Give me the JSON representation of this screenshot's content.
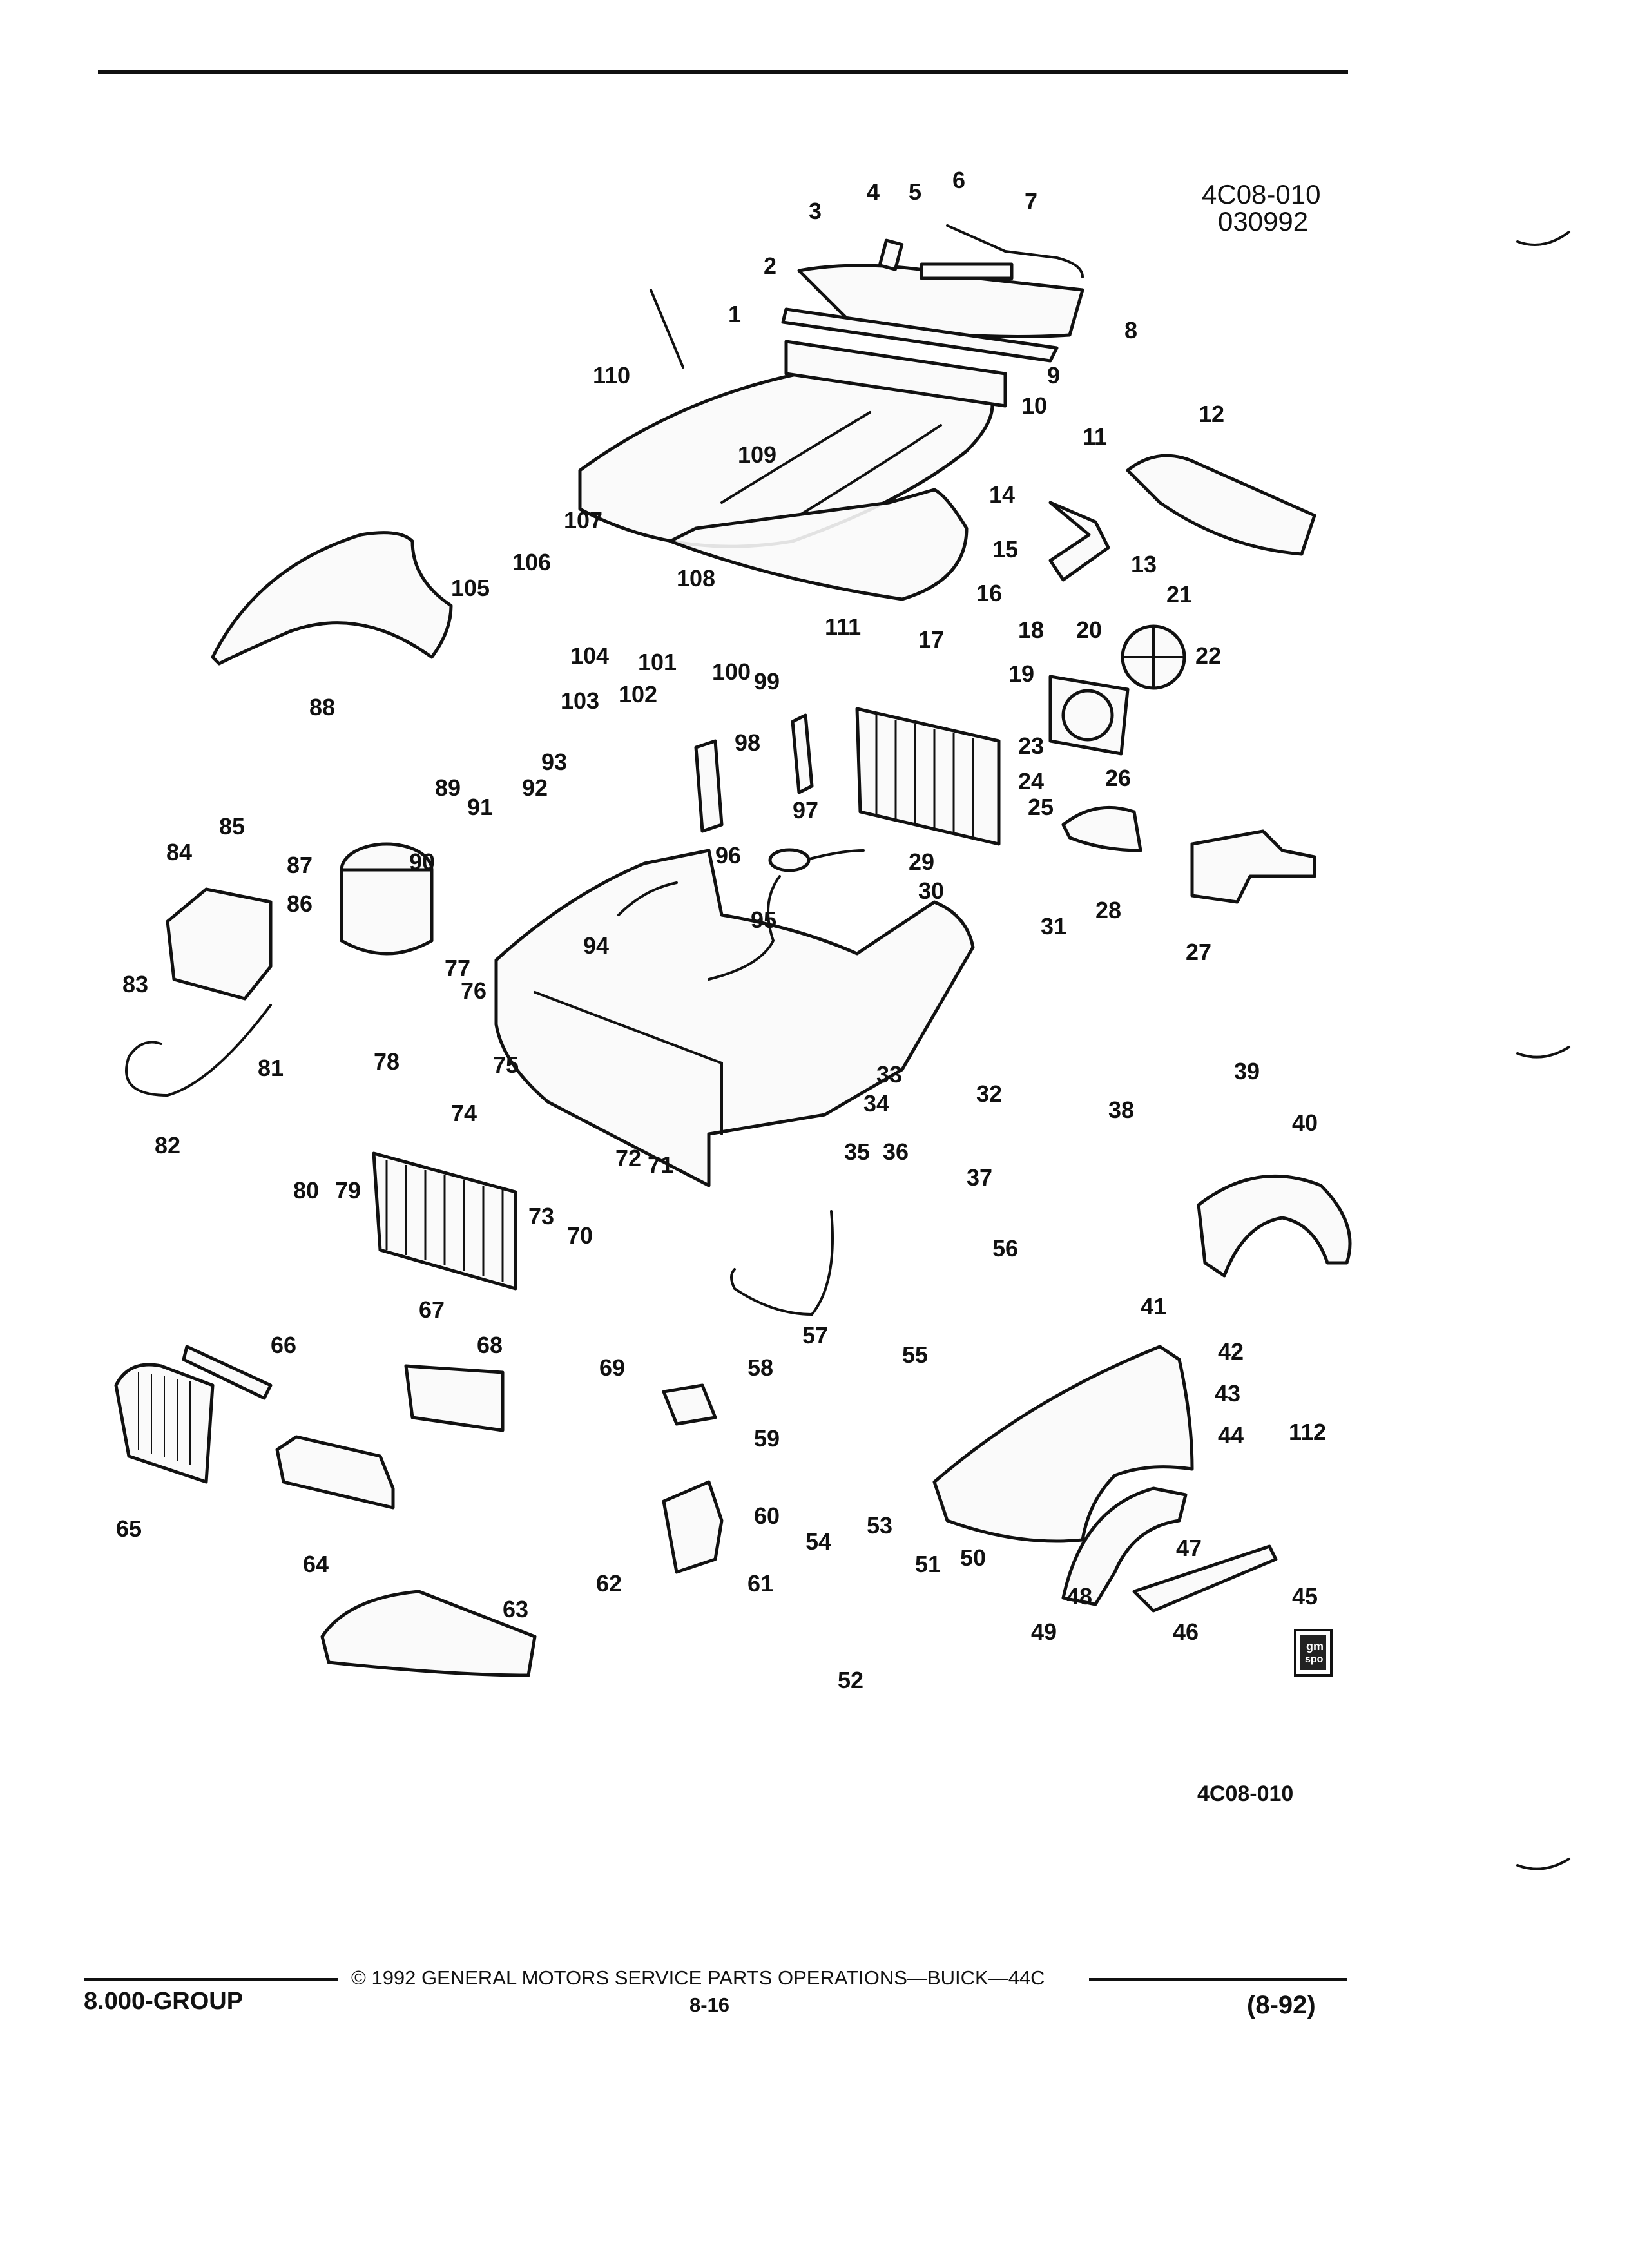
{
  "header": {
    "figure_code": "4C08-010",
    "date_code": "030992"
  },
  "footer": {
    "figure_code": "4C08-010",
    "group": "8.000-GROUP",
    "copyright": "© 1992 GENERAL MOTORS SERVICE PARTS OPERATIONS—BUICK—44C",
    "page_number": "8-16",
    "revision": "(8-92)"
  },
  "logo": {
    "text_top": "gm",
    "text_bottom": "spo"
  },
  "callouts": [
    "1",
    "2",
    "3",
    "4",
    "5",
    "6",
    "7",
    "8",
    "9",
    "10",
    "11",
    "12",
    "13",
    "14",
    "15",
    "16",
    "17",
    "18",
    "19",
    "20",
    "21",
    "22",
    "23",
    "24",
    "25",
    "26",
    "27",
    "28",
    "29",
    "30",
    "31",
    "32",
    "33",
    "34",
    "35",
    "36",
    "37",
    "38",
    "39",
    "40",
    "41",
    "42",
    "43",
    "44",
    "45",
    "46",
    "47",
    "48",
    "49",
    "50",
    "51",
    "52",
    "53",
    "54",
    "55",
    "56",
    "57",
    "58",
    "59",
    "60",
    "61",
    "62",
    "63",
    "64",
    "65",
    "66",
    "67",
    "68",
    "69",
    "70",
    "71",
    "72",
    "73",
    "74",
    "75",
    "76",
    "77",
    "78",
    "79",
    "80",
    "81",
    "82",
    "83",
    "84",
    "85",
    "86",
    "87",
    "88",
    "89",
    "90",
    "91",
    "92",
    "93",
    "94",
    "95",
    "96",
    "97",
    "98",
    "99",
    "100",
    "101",
    "102",
    "103",
    "104",
    "105",
    "106",
    "107",
    "108",
    "109",
    "110",
    "111",
    "112"
  ]
}
